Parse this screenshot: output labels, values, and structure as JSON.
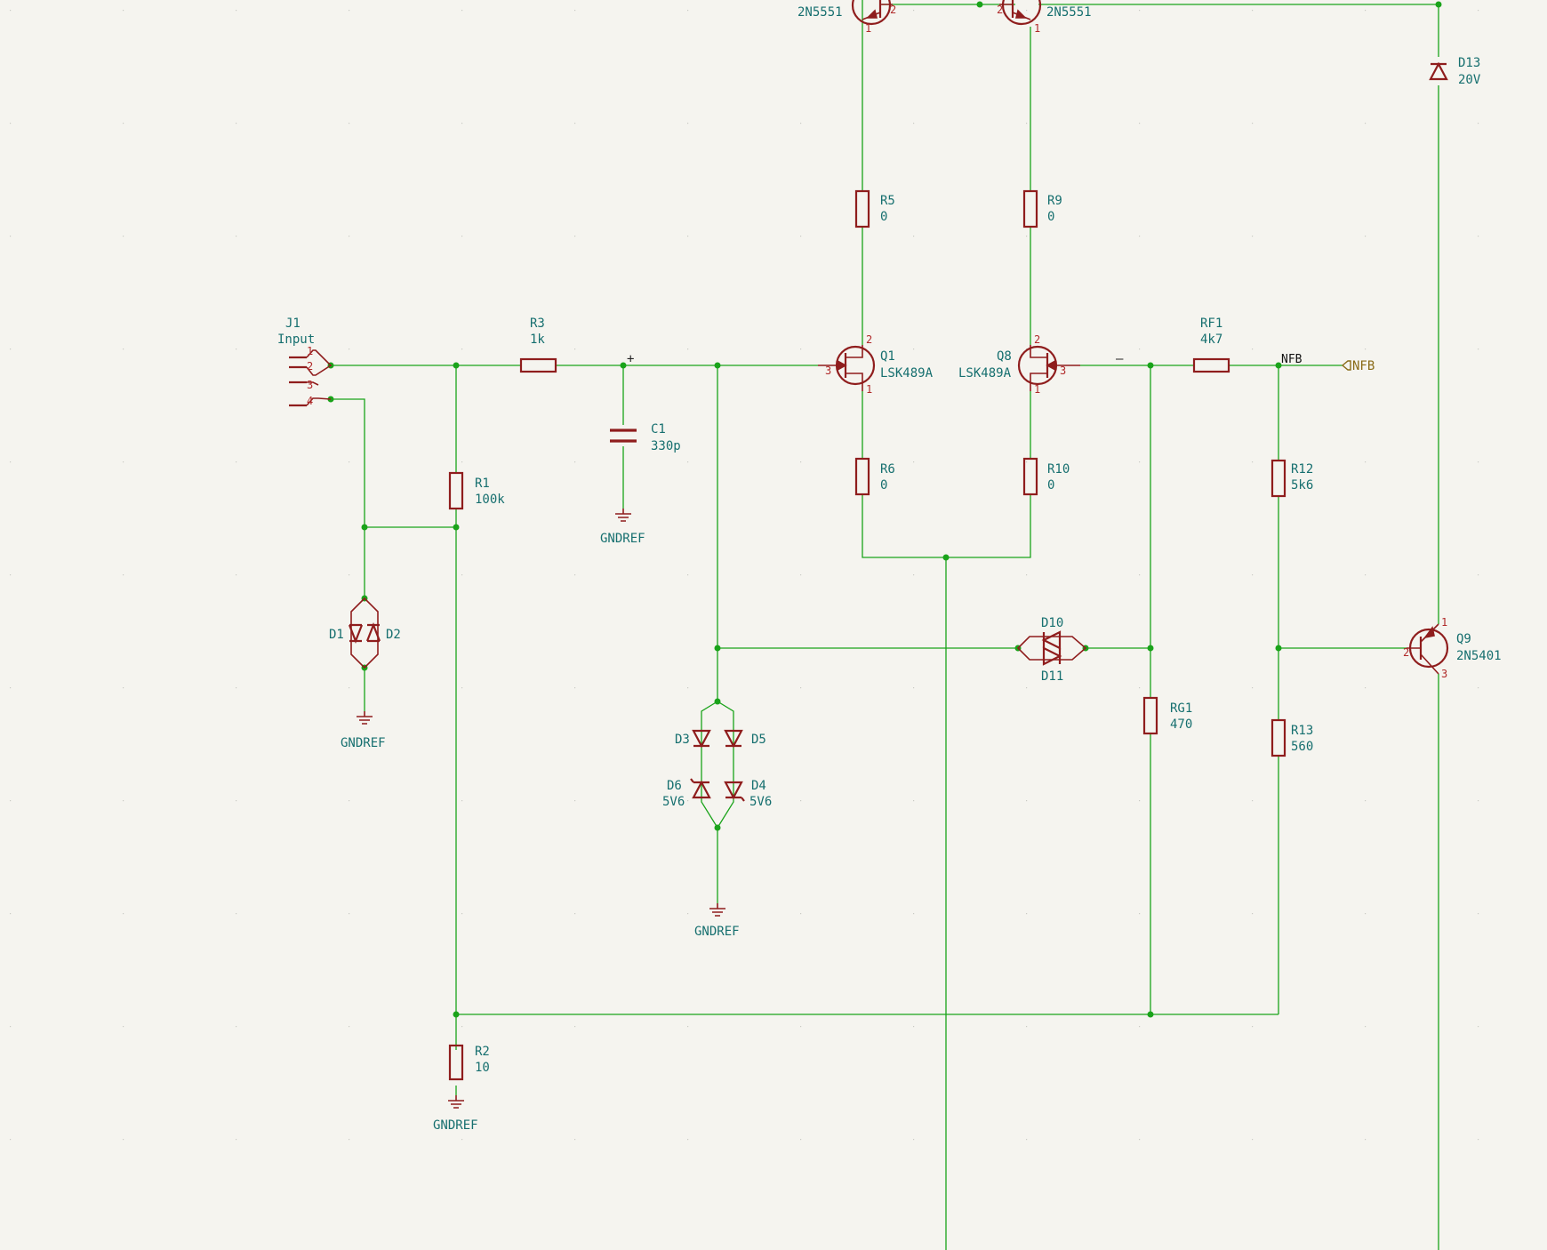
{
  "colors": {
    "wire": "#1aa31a",
    "symbol": "#8f1d1d",
    "text": "#166f6f",
    "background": "#f5f4ef",
    "global_label": "#8a6b18"
  },
  "connector": {
    "ref": "J1",
    "value": "Input",
    "pins": [
      "1",
      "2",
      "3",
      "4"
    ]
  },
  "resistors": {
    "R1": {
      "ref": "R1",
      "value": "100k"
    },
    "R2": {
      "ref": "R2",
      "value": "10"
    },
    "R3": {
      "ref": "R3",
      "value": "1k"
    },
    "R5": {
      "ref": "R5",
      "value": "0"
    },
    "R6": {
      "ref": "R6",
      "value": "0"
    },
    "R9": {
      "ref": "R9",
      "value": "0"
    },
    "R10": {
      "ref": "R10",
      "value": "0"
    },
    "R12": {
      "ref": "R12",
      "value": "5k6"
    },
    "R13": {
      "ref": "R13",
      "value": "560"
    },
    "RF1": {
      "ref": "RF1",
      "value": "4k7"
    },
    "RG1": {
      "ref": "RG1",
      "value": "470"
    }
  },
  "capacitor": {
    "ref": "C1",
    "value": "330p"
  },
  "transistors": {
    "Q1": {
      "ref": "Q1",
      "value": "LSK489A",
      "pins": [
        "2",
        "3",
        "1"
      ]
    },
    "Q8": {
      "ref": "Q8",
      "value": "LSK489A",
      "pins": [
        "2",
        "3",
        "1"
      ]
    },
    "Q9": {
      "ref": "Q9",
      "value": "2N5401",
      "pins": [
        "1",
        "2",
        "3"
      ]
    },
    "QTL": {
      "value": "2N5551",
      "pins": [
        "2",
        "1"
      ]
    },
    "QTR": {
      "value": "2N5551",
      "pins": [
        "2",
        "1"
      ]
    }
  },
  "diodes": {
    "D1": "D1",
    "D2": "D2",
    "D3": "D3",
    "D4": "D4",
    "D4v": "5V6",
    "D5": "D5",
    "D6": "D6",
    "D6v": "5V6",
    "D10": "D10",
    "D11": "D11",
    "D13": "D13",
    "D13v": "20V"
  },
  "power": {
    "gnd": "GNDREF"
  },
  "nets": {
    "nfb": "NFB",
    "global_label": "NFB",
    "plus": "+",
    "minus": "–"
  }
}
